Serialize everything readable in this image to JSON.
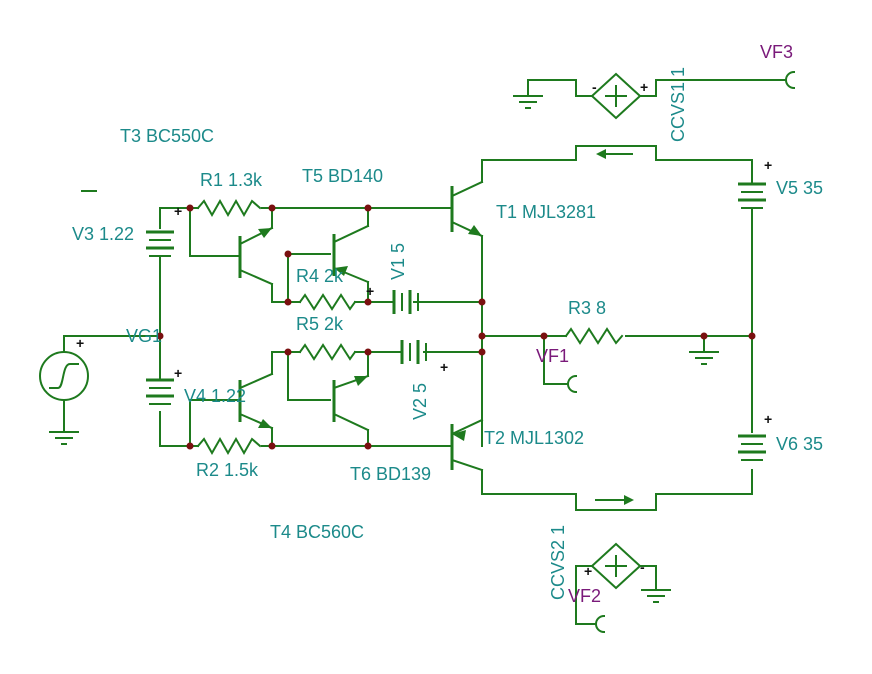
{
  "components": {
    "T3": "T3 BC550C",
    "T4": "T4 BC560C",
    "T5": "T5 BD140",
    "T6": "T6 BD139",
    "T1": "T1 MJL3281",
    "T2": "T2 MJL1302",
    "R1": "R1 1.3k",
    "R2": "R2 1.5k",
    "R3": "R3 8",
    "R4": "R4 2k",
    "R5": "R5 2k",
    "V1": "V1 5",
    "V2": "V2 5",
    "V3": "V3 1.22",
    "V4": "V4 1.22",
    "V5": "V5 35",
    "V6": "V6 35",
    "VG1": "VG1",
    "CCVS1": "CCVS1 1",
    "CCVS2": "CCVS2 1"
  },
  "probes": {
    "VF1": "VF1",
    "VF2": "VF2",
    "VF3": "VF3"
  },
  "polarity": {
    "plus": "+",
    "minus": "-"
  },
  "colors": {
    "wire": "#1e7a1e",
    "label": "#1c8a8a",
    "probe": "#7a1a7a",
    "junction": "#7a1010"
  }
}
